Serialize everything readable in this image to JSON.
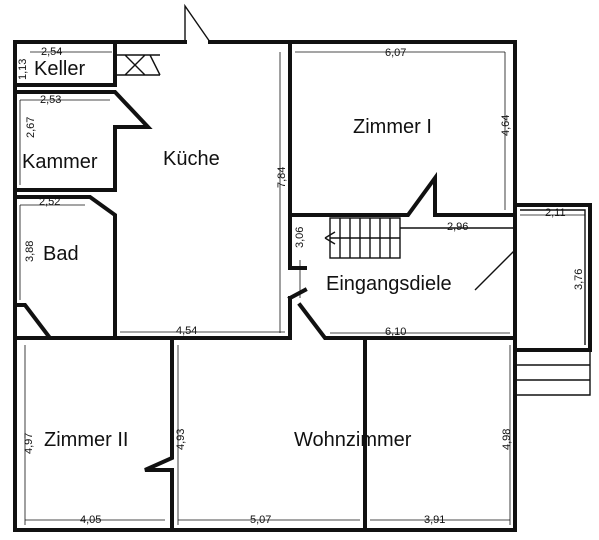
{
  "rooms": {
    "keller": "Keller",
    "kammer": "Kammer",
    "kueche": "Küche",
    "zimmer1": "Zimmer I",
    "bad": "Bad",
    "eingangsdiele": "Eingangsdiele",
    "zimmer2": "Zimmer II",
    "wohnzimmer": "Wohnzimmer"
  },
  "dimensions": {
    "keller_w": "2,54",
    "keller_h": "1,13",
    "kammer_w": "2,53",
    "kammer_h": "2,67",
    "bad_w": "2,52",
    "bad_h": "3,88",
    "kueche_h": "7,84",
    "kueche_w": "4,54",
    "zimmer1_w": "6,07",
    "zimmer1_h": "4,64",
    "stair_w": "2,96",
    "diele_h": "3,06",
    "diele_w": "6,10",
    "porch_w": "2,11",
    "porch_h": "3,76",
    "zimmer2_h": "4,97",
    "zimmer2_w": "4,05",
    "wohn_left_h": "4,93",
    "wohn_right_h": "4,98",
    "wohn_w1": "5,07",
    "wohn_w2": "3,91"
  }
}
